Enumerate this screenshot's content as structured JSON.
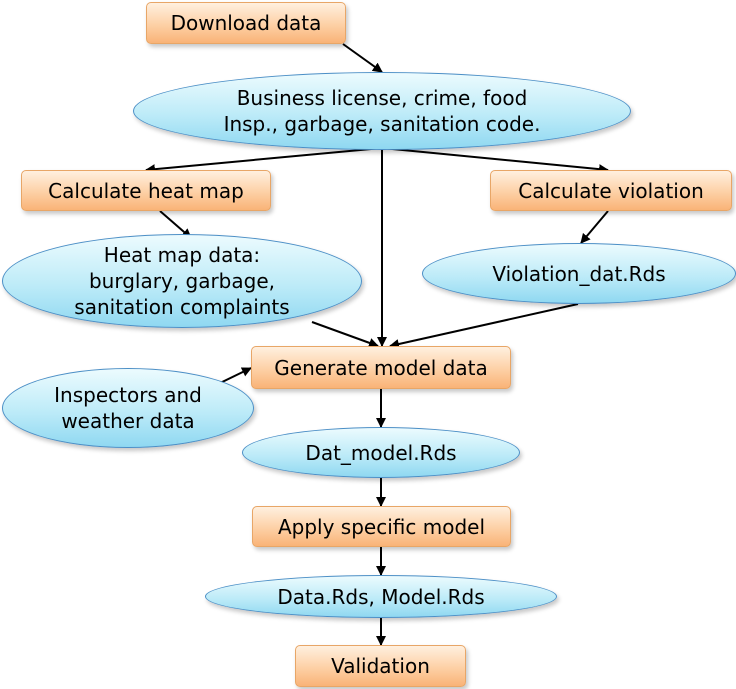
{
  "nodes": {
    "download": "Download data",
    "business": [
      "Business license, crime, food",
      "Insp., garbage, sanitation code."
    ],
    "heatmap_calc": "Calculate heat map",
    "violation_calc": "Calculate violation",
    "heatmap_data": [
      "Heat map data:",
      "burglary, garbage,",
      "sanitation complaints"
    ],
    "violation_dat": "Violation_dat.Rds",
    "inspectors": [
      "Inspectors and",
      "weather data"
    ],
    "generate": "Generate model data",
    "dat_model": "Dat_model.Rds",
    "apply": "Apply specific model",
    "data_model": "Data.Rds, Model.Rds",
    "validation": "Validation"
  },
  "colors": {
    "process_fill": "#fdd0a5",
    "process_border": "#e8a667",
    "data_fill": "#bdebf8",
    "data_border": "#4c8fc6",
    "arrow": "#000000"
  }
}
